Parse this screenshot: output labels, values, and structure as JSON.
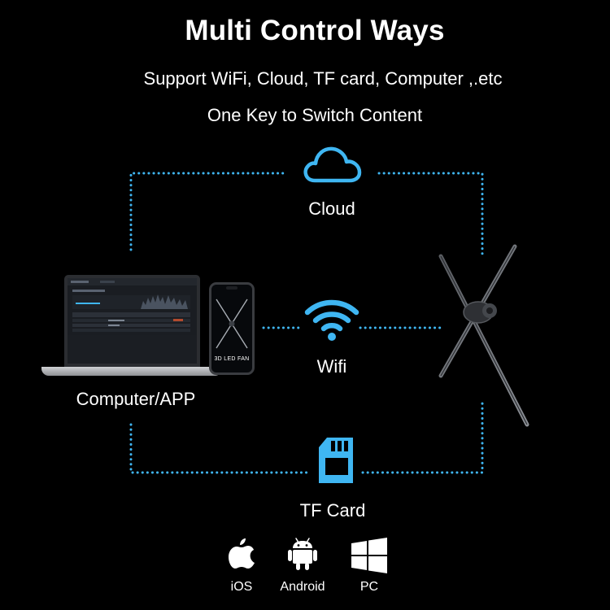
{
  "header": {
    "title": "Multi Control Ways",
    "subtitle_1": "Support WiFi, Cloud, TF card, Computer ,.etc",
    "subtitle_2": "One Key to Switch Content"
  },
  "nodes": {
    "cloud": {
      "label": "Cloud",
      "icon": "cloud-icon"
    },
    "wifi": {
      "label": "Wifi",
      "icon": "wifi-icon"
    },
    "tf_card": {
      "label": "TF Card",
      "icon": "sd-card-icon"
    },
    "computer": {
      "label": "Computer/APP"
    },
    "phone_screen_text": "3D LED FAN"
  },
  "platforms": [
    {
      "label": "iOS",
      "icon": "apple-icon"
    },
    {
      "label": "Android",
      "icon": "android-icon"
    },
    {
      "label": "PC",
      "icon": "windows-icon"
    }
  ],
  "colors": {
    "accent": "#3fb6f2",
    "background": "#000000",
    "text": "#ffffff"
  }
}
